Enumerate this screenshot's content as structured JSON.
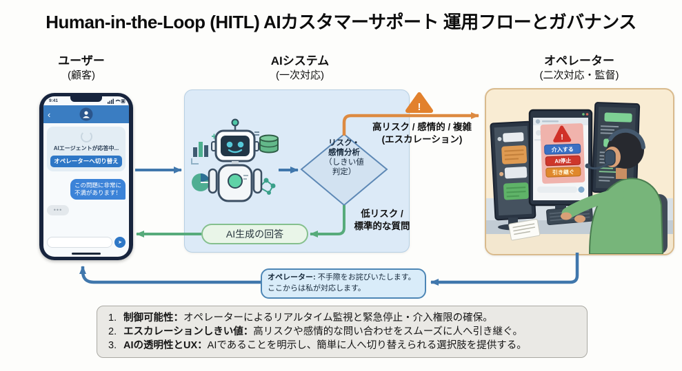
{
  "title": "Human-in-the-Loop (HITL) AIカスタマーサポート 運用フローとガバナンス",
  "lanes": {
    "user": {
      "title": "ユーザー",
      "subtitle": "(顧客)"
    },
    "ai_system": {
      "title": "AIシステム",
      "subtitle": "(一次対応)"
    },
    "operator": {
      "title": "オペレーター",
      "subtitle": "(二次対応・監督)"
    }
  },
  "phone": {
    "status_time": "9:41",
    "back_chevron": "‹",
    "ai_status_text": "AIエージェントが応答中...",
    "switch_button_label": "オペレーターへ切り替え",
    "user_message": "この問題に非常に不満があります！",
    "typing_dots": "•••",
    "send_icon": "➤"
  },
  "ai_box": {
    "decision": {
      "lines": [
        "リスク・",
        "感情分析",
        "（しきい値",
        "判定）"
      ]
    },
    "answer_pill": "AI生成の回答"
  },
  "escalation": {
    "label_line1": "高リスク / 感情的 / 複雑",
    "label_line2": "(エスカレーション)",
    "warning_mark": "!"
  },
  "low_risk": {
    "label_line1": "低リスク /",
    "label_line2": "標準的な質問"
  },
  "operator_monitor": {
    "alert_mark": "!",
    "intervene_button": "介入する",
    "stop_button": "AI停止",
    "takeover_button": "引き継ぐ"
  },
  "operator_reply": {
    "speaker": "オペレーター:",
    "text1": " 不手際をお詫びいたします。",
    "text2": "ここからは私が対応します。"
  },
  "governance": {
    "items": [
      {
        "num": "1.",
        "label": "制御可能性",
        "sep": "：",
        "text": "オペレーターによるリアルタイム監視と緊急停止・介入権限の確保。"
      },
      {
        "num": "2.",
        "label": "エスカレーションしきい値",
        "sep": "：",
        "text": "高リスクや感情的な問い合わせをスムーズに人へ引き継ぐ。"
      },
      {
        "num": "3.",
        "label": "AIの透明性とUX",
        "sep": "：",
        "text": "AIであることを明示し、簡単に人へ切り替えられる選択肢を提供する。"
      }
    ]
  },
  "colors": {
    "arrow_blue": "#4077ac",
    "arrow_green": "#57ab7b",
    "arrow_orange": "#dd8a41",
    "ai_box_fill": "#dceaf7",
    "operator_box_fill": "#f9ecd3",
    "decision_fill": "#d2e2f1",
    "answer_pill_fill": "#e9f5e8",
    "reply_bubble_fill": "#d9ecf9",
    "governance_fill": "#eae9e5",
    "phone_header_blue": "#3a7dc2",
    "user_bubble_blue": "#3c83d8",
    "alert_red": "#d03128",
    "intervene_blue": "#3a70c3",
    "stop_red": "#ce372b",
    "takeover_orange": "#e0882c"
  }
}
